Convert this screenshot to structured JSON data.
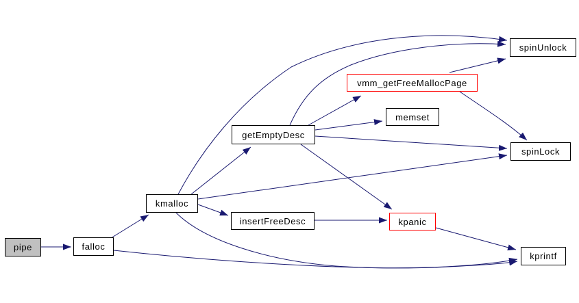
{
  "diagram": {
    "type": "call-graph",
    "colors": {
      "background": "#ffffff",
      "edge": "#191970",
      "node_border": "#000000",
      "highlight_border": "#ff0000",
      "root_fill": "#c0c0c0",
      "node_fill": "#ffffff",
      "text": "#000000"
    },
    "nodes": [
      {
        "id": "pipe",
        "label": "pipe",
        "style": "root"
      },
      {
        "id": "falloc",
        "label": "falloc",
        "style": "default"
      },
      {
        "id": "kmalloc",
        "label": "kmalloc",
        "style": "default"
      },
      {
        "id": "insertFreeDesc",
        "label": "insertFreeDesc",
        "style": "default"
      },
      {
        "id": "getEmptyDesc",
        "label": "getEmptyDesc",
        "style": "default"
      },
      {
        "id": "vmm_getFreeMallocPage",
        "label": "vmm_getFreeMallocPage",
        "style": "highlight"
      },
      {
        "id": "memset",
        "label": "memset",
        "style": "default"
      },
      {
        "id": "spinUnlock",
        "label": "spinUnlock",
        "style": "default"
      },
      {
        "id": "spinLock",
        "label": "spinLock",
        "style": "default"
      },
      {
        "id": "kpanic",
        "label": "kpanic",
        "style": "highlight"
      },
      {
        "id": "kprintf",
        "label": "kprintf",
        "style": "default"
      }
    ],
    "edges": [
      {
        "from": "pipe",
        "to": "falloc"
      },
      {
        "from": "falloc",
        "to": "kmalloc"
      },
      {
        "from": "falloc",
        "to": "kprintf"
      },
      {
        "from": "kmalloc",
        "to": "getEmptyDesc"
      },
      {
        "from": "kmalloc",
        "to": "insertFreeDesc"
      },
      {
        "from": "kmalloc",
        "to": "spinLock"
      },
      {
        "from": "kmalloc",
        "to": "spinUnlock"
      },
      {
        "from": "kmalloc",
        "to": "kprintf"
      },
      {
        "from": "getEmptyDesc",
        "to": "vmm_getFreeMallocPage"
      },
      {
        "from": "getEmptyDesc",
        "to": "memset"
      },
      {
        "from": "getEmptyDesc",
        "to": "spinUnlock"
      },
      {
        "from": "getEmptyDesc",
        "to": "spinLock"
      },
      {
        "from": "getEmptyDesc",
        "to": "kpanic"
      },
      {
        "from": "insertFreeDesc",
        "to": "kpanic"
      },
      {
        "from": "vmm_getFreeMallocPage",
        "to": "spinUnlock"
      },
      {
        "from": "vmm_getFreeMallocPage",
        "to": "spinLock"
      },
      {
        "from": "kpanic",
        "to": "kprintf"
      }
    ]
  }
}
